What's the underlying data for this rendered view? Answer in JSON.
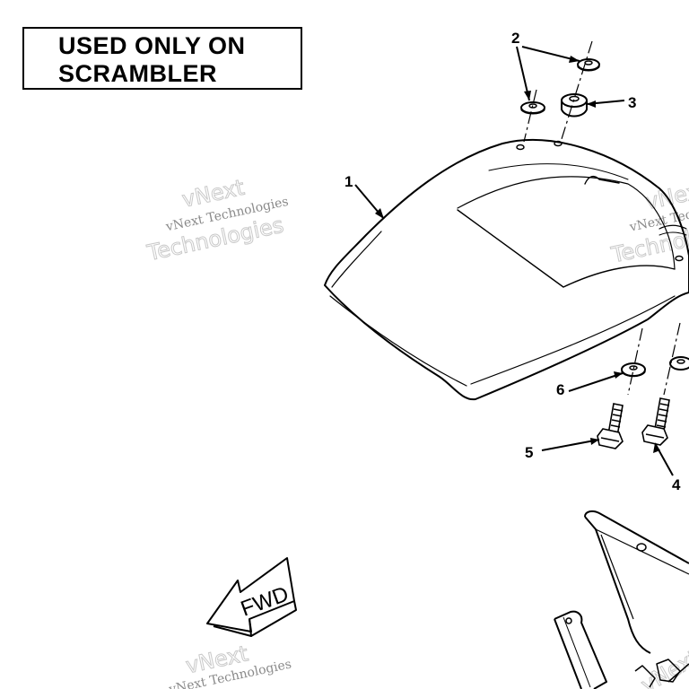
{
  "notice": {
    "line1": "USED ONLY ON",
    "line2": "SCRAMBLER"
  },
  "callouts": [
    {
      "id": "1",
      "label": "1"
    },
    {
      "id": "2",
      "label": "2"
    },
    {
      "id": "3",
      "label": "3"
    },
    {
      "id": "4",
      "label": "4"
    },
    {
      "id": "5",
      "label": "5"
    },
    {
      "id": "6",
      "label": "6"
    }
  ],
  "direction_arrow": {
    "label": "FWD"
  },
  "watermark": {
    "brand": "vNext",
    "company": "vNext Technologies",
    "word": "Technologies"
  },
  "colors": {
    "line": "#000000",
    "background": "#ffffff",
    "watermark": "#c9c9c9"
  }
}
